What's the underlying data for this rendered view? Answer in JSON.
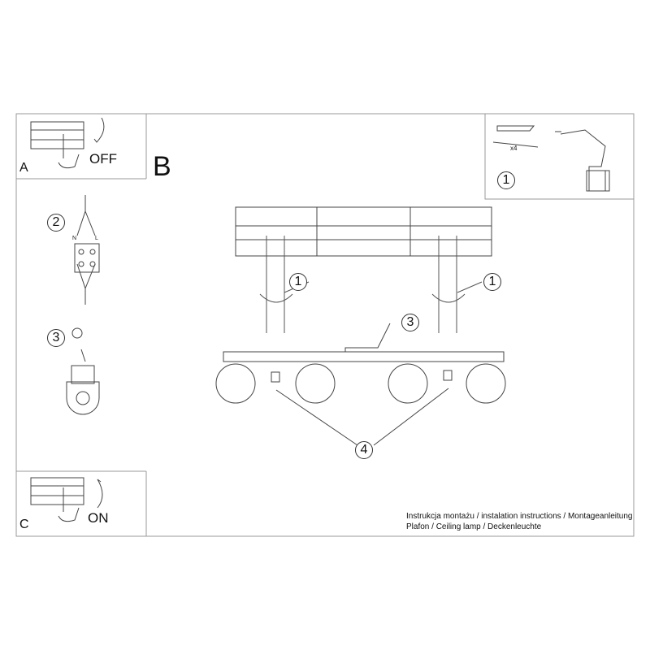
{
  "steps": {
    "a_letter": "A",
    "a_label": "OFF",
    "b_letter": "B",
    "c_letter": "C",
    "c_label": "ON"
  },
  "markers": {
    "n1": "1",
    "n2": "2",
    "n3": "3",
    "n4": "4"
  },
  "wiring": {
    "n": "N",
    "l": "L"
  },
  "kit": {
    "count": "x4"
  },
  "caption": {
    "line1": "Instrukcja montażu / instalation instructions / Montageanleitung",
    "line2": "Plafon / Ceiling lamp / Deckenleuchte"
  }
}
